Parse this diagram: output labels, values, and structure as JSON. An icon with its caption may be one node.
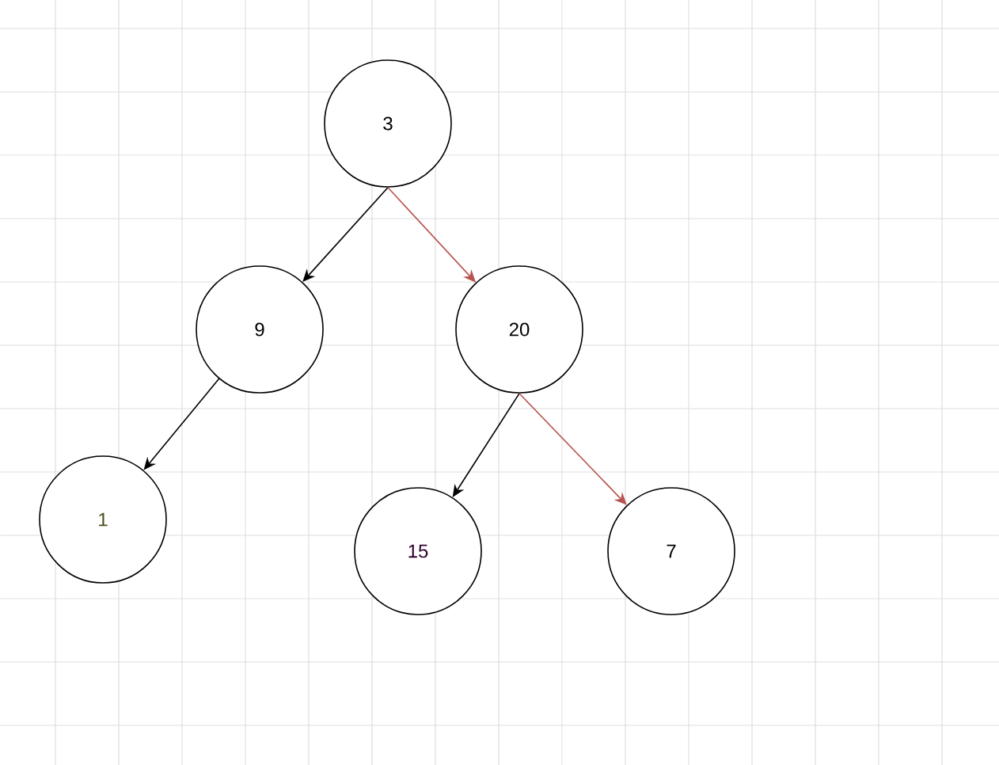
{
  "diagram": {
    "nodes": [
      {
        "text": [
          "3"
        ]
      },
      {
        "text": [
          "9"
        ]
      },
      {
        "text": [
          "20"
        ]
      },
      {
        "text": [
          "1"
        ]
      },
      {
        "text": [
          "15"
        ]
      },
      {
        "text": [
          "7"
        ]
      }
    ],
    "edges": [
      {
        "from": 0,
        "to": 1,
        "arrow": "to"
      },
      {
        "from": 0,
        "to": 2,
        "arrow": "to",
        "color": "#b85450"
      },
      {
        "from": 1,
        "to": 3,
        "arrow": "to"
      },
      {
        "from": 2,
        "to": 4,
        "arrow": "to"
      },
      {
        "from": 2,
        "to": 5,
        "arrow": "to",
        "color": "#b85450"
      }
    ]
  }
}
